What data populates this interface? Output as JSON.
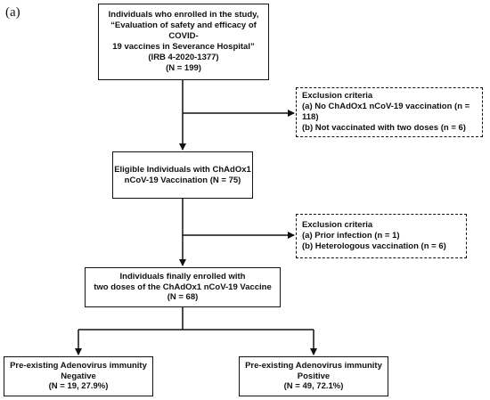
{
  "panel_label": "(a)",
  "enrolled": {
    "line1": "Individuals who enrolled in the study,",
    "line2": "“Evaluation of safety and efficacy of COVID-",
    "line3": "19 vaccines in Severance Hospital”",
    "line4": "(IRB 4-2020-1377)",
    "line5": "(N = 199)"
  },
  "exclusion1": {
    "title": "Exclusion criteria",
    "item_a": "(a) No ChAdOx1 nCoV-19 vaccination (n = 118)",
    "item_b": "(b) Not vaccinated with two doses (n = 6)"
  },
  "eligible": {
    "line1": "Eligible Individuals with ChAdOx1",
    "line2": "nCoV-19 Vaccination (N = 75)"
  },
  "exclusion2": {
    "title": "Exclusion criteria",
    "item_a": "(a) Prior infection (n = 1)",
    "item_b": "(b) Heterologous vaccination (n = 6)"
  },
  "final": {
    "line1": "Individuals finally enrolled with",
    "line2": "two doses of the ChAdOx1 nCoV-19 Vaccine",
    "line3": "(N = 68)"
  },
  "negative": {
    "line1": "Pre-existing Adenovirus immunity",
    "line2": "Negative",
    "line3": "(N = 19, 27.9%)"
  },
  "positive": {
    "line1": "Pre-existing Adenovirus immunity",
    "line2": "Positive",
    "line3": "(N = 49, 72.1%)"
  }
}
